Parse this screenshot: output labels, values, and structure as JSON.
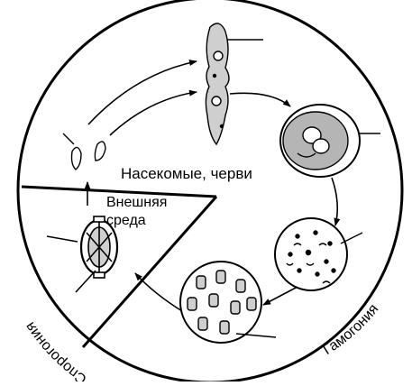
{
  "labels": {
    "host": "Насекомые, черви",
    "external_line1": "Внешняя",
    "external_line2": "среда",
    "sporogony": "Спорогония",
    "gamogony": "Гамогония"
  },
  "colors": {
    "ink": "#000000",
    "paper": "#ffffff",
    "shade": "#9a9a9a"
  }
}
